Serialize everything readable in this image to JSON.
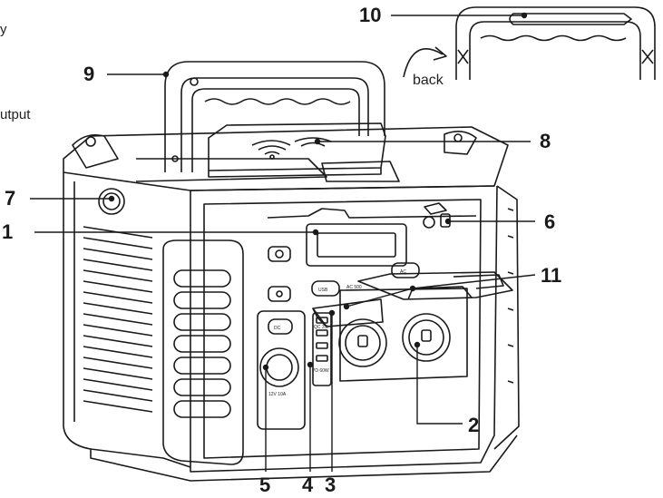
{
  "callouts": [
    "1",
    "2",
    "3",
    "4",
    "5",
    "6",
    "7",
    "8",
    "9",
    "10",
    "11"
  ],
  "side_text": {
    "top": "y",
    "bottom": "utput"
  },
  "back_label": "back",
  "panel_labels": {
    "dc_button": "DC",
    "usb_button": "USB",
    "ac_button": "AC",
    "car_port": "12V  10A",
    "qc": "QC 3.0",
    "pd": "PD 60W",
    "ac_spec": "AC 500"
  },
  "colors": {
    "line": "#1a1a1a",
    "accent": "#e8893a",
    "body": "#ffffff"
  }
}
